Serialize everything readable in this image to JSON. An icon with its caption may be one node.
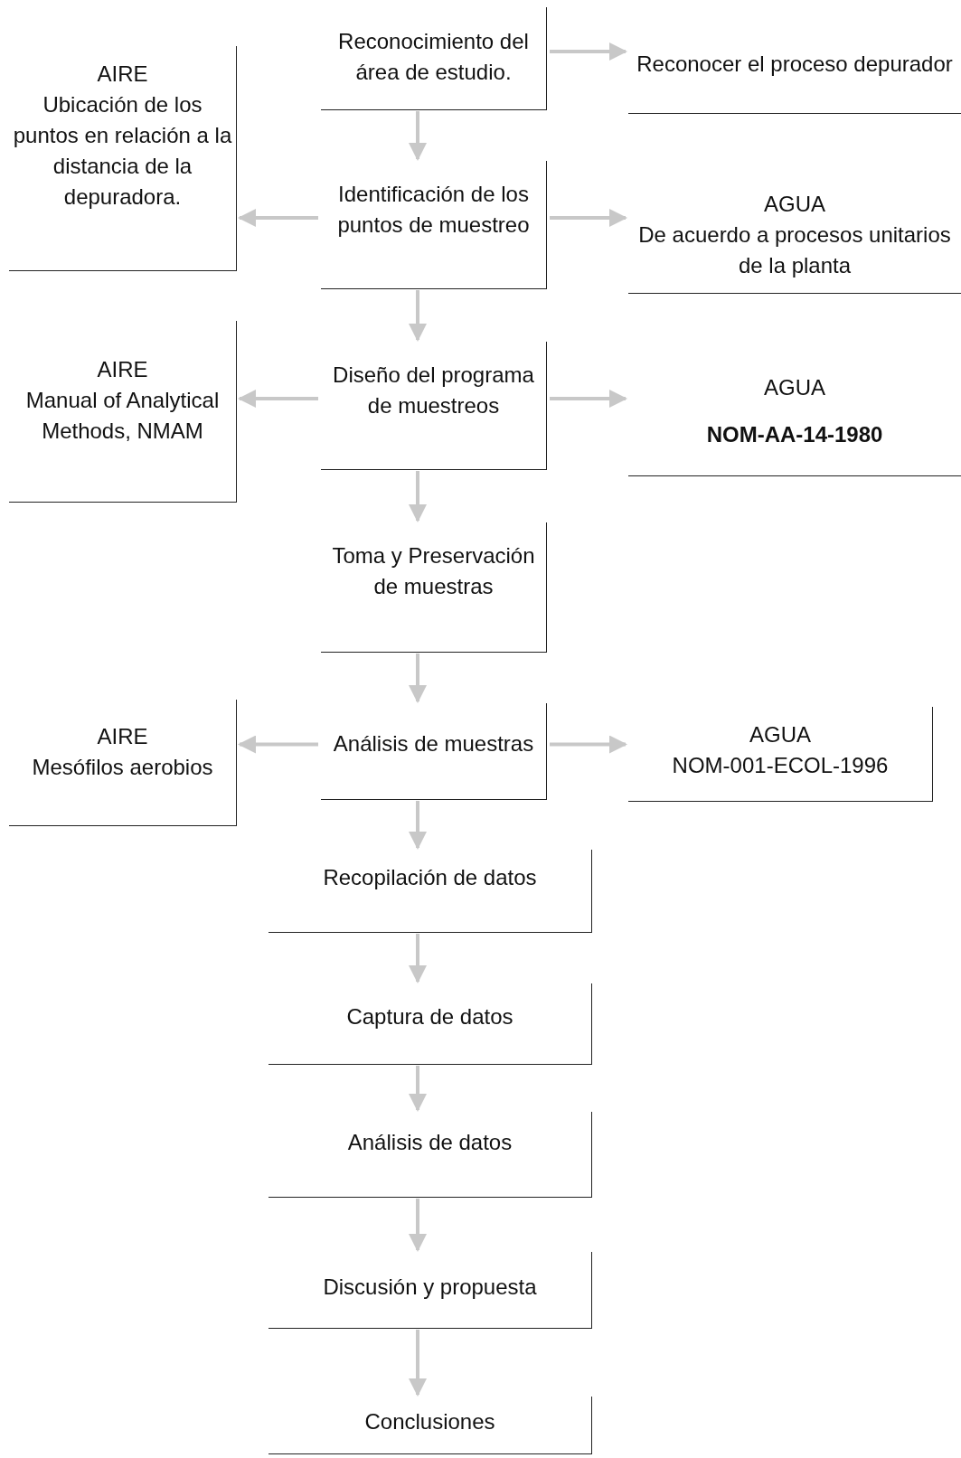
{
  "diagram": {
    "nodes": [
      {
        "text": [
          "Reconocimiento del área de estudio."
        ]
      },
      {
        "text": [
          "Reconocer el proceso depurador"
        ]
      },
      {
        "text": [
          "AIRE",
          "Ubicación de los puntos en relación a la distancia de la depuradora."
        ]
      },
      {
        "text": [
          "Identificación de los puntos de muestreo"
        ]
      },
      {
        "text": [
          "AGUA",
          "De acuerdo a procesos unitarios de la planta"
        ]
      },
      {
        "text": [
          "AIRE",
          "Manual of Analytical Methods, NMAM"
        ]
      },
      {
        "text": [
          "Diseño del programa de muestreos"
        ]
      },
      {
        "text": [
          "AGUA",
          "NOM-AA-14-1980"
        ]
      },
      {
        "text": [
          "Toma y Preservación de muestras"
        ]
      },
      {
        "text": [
          "AIRE",
          "Mesófilos aerobios"
        ]
      },
      {
        "text": [
          "Análisis de muestras"
        ]
      },
      {
        "text": [
          "AGUA",
          "NOM-001-ECOL-1996"
        ]
      },
      {
        "text": [
          "Recopilación de datos"
        ]
      },
      {
        "text": [
          "Captura de datos"
        ]
      },
      {
        "text": [
          "Análisis de datos"
        ]
      },
      {
        "text": [
          "Discusión y propuesta"
        ]
      },
      {
        "text": [
          "Conclusiones"
        ]
      }
    ],
    "edges": [
      {
        "from": 0,
        "to": 3,
        "arrow": "to"
      },
      {
        "from": 3,
        "to": 6,
        "arrow": "to"
      },
      {
        "from": 6,
        "to": 8,
        "arrow": "to"
      },
      {
        "from": 8,
        "to": 10,
        "arrow": "to"
      },
      {
        "from": 10,
        "to": 12,
        "arrow": "to"
      },
      {
        "from": 12,
        "to": 13,
        "arrow": "to"
      },
      {
        "from": 13,
        "to": 14,
        "arrow": "to"
      },
      {
        "from": 14,
        "to": 15,
        "arrow": "to"
      },
      {
        "from": 15,
        "to": 16,
        "arrow": "to"
      },
      {
        "from": 0,
        "to": 1,
        "arrow": "to"
      },
      {
        "from": 3,
        "to": 2,
        "arrow": "to"
      },
      {
        "from": 3,
        "to": 4,
        "arrow": "to"
      },
      {
        "from": 6,
        "to": 5,
        "arrow": "to"
      },
      {
        "from": 6,
        "to": 7,
        "arrow": "to"
      },
      {
        "from": 10,
        "to": 9,
        "arrow": "to"
      },
      {
        "from": 10,
        "to": 11,
        "arrow": "to"
      }
    ]
  }
}
